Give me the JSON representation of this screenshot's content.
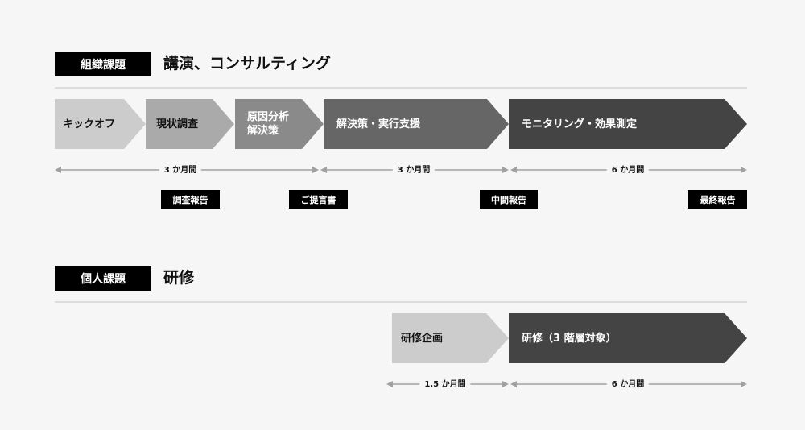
{
  "sections": [
    {
      "category": "組織課題",
      "title": "講演、コンサルティング",
      "phases": [
        {
          "label": "キックオフ",
          "fill": "#cccccc",
          "text_color": "#111111"
        },
        {
          "label": "現状調査",
          "fill": "#aaaaaa",
          "text_color": "#111111"
        },
        {
          "label_lines": [
            "原因分析",
            "解決策"
          ],
          "fill": "#8a8a8a",
          "text_color": "#ffffff"
        },
        {
          "label": "解決策・実行支援",
          "fill": "#666666",
          "text_color": "#ffffff"
        },
        {
          "label": "モニタリング・効果測定",
          "fill": "#444444",
          "text_color": "#ffffff"
        }
      ],
      "durations": [
        {
          "label": "3 か月間"
        },
        {
          "label": "3 か月間"
        },
        {
          "label": "6 か月間"
        }
      ],
      "milestones": [
        {
          "label": "調査報告"
        },
        {
          "label": "ご提言書"
        },
        {
          "label": "中間報告"
        },
        {
          "label": "最終報告"
        }
      ]
    },
    {
      "category": "個人課題",
      "title": "研修",
      "phases": [
        {
          "label": "研修企画",
          "fill": "#cccccc",
          "text_color": "#111111"
        },
        {
          "label": "研修（3 階層対象）",
          "fill": "#444444",
          "text_color": "#ffffff"
        }
      ],
      "durations": [
        {
          "label": "1.5 か月間"
        },
        {
          "label": "6 か月間"
        }
      ]
    }
  ],
  "colors": {
    "background": "#f6f6f6",
    "badge": "#000000",
    "divider": "#dcdcdc",
    "arrow_line": "#a0a0a0"
  }
}
